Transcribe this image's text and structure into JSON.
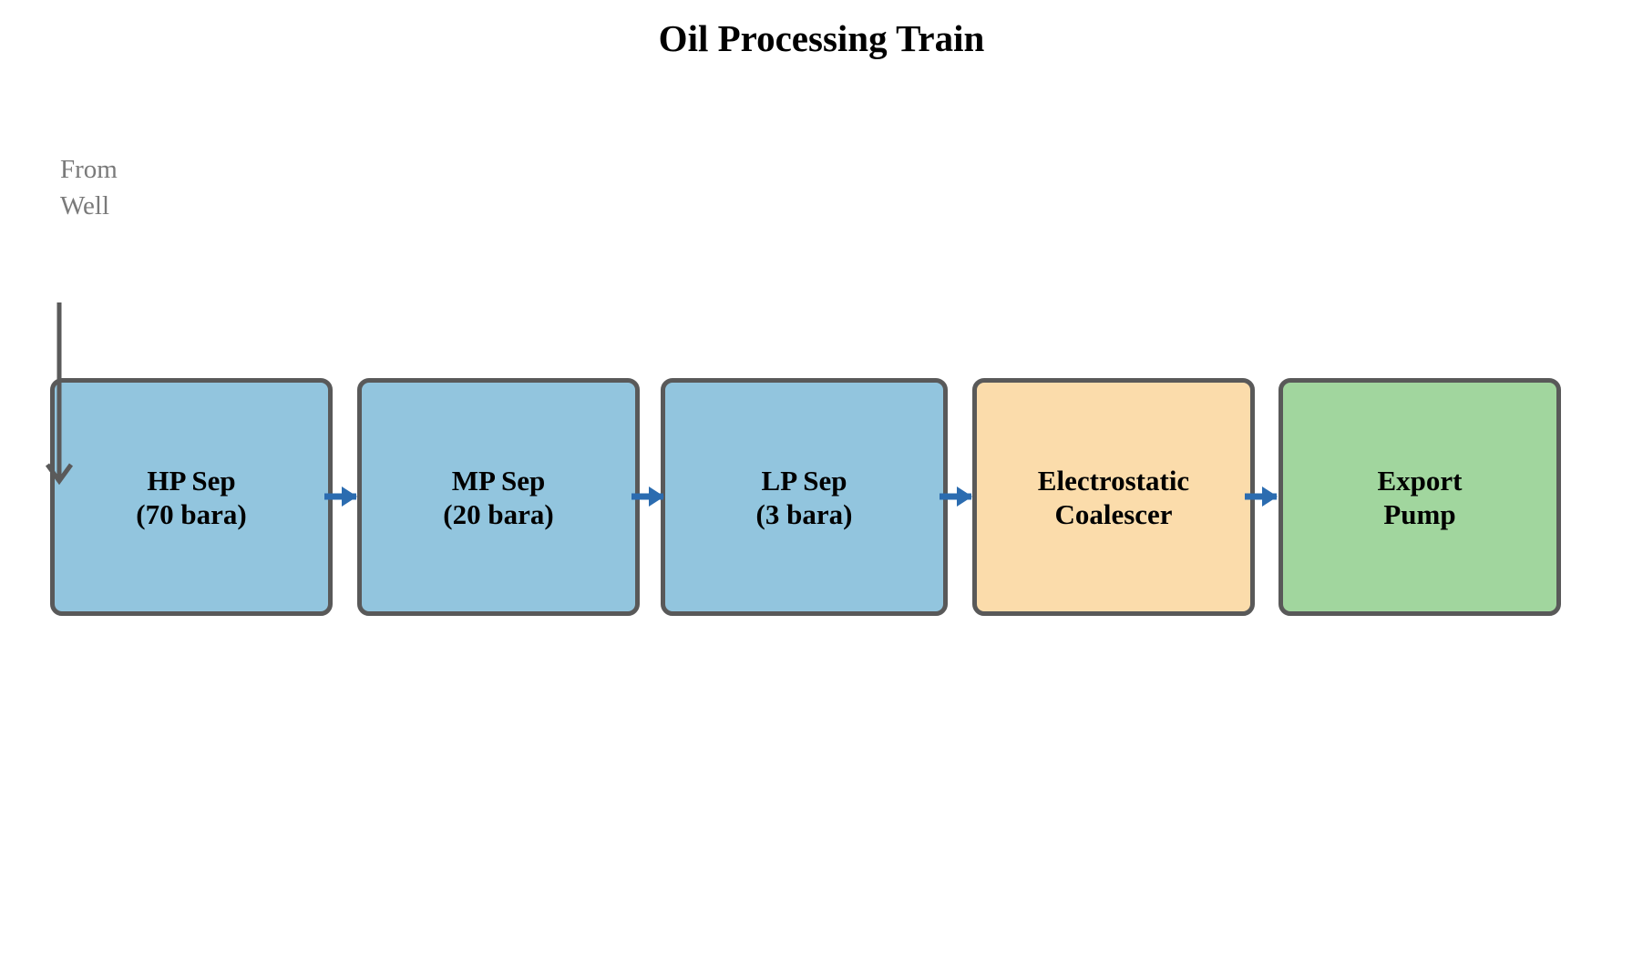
{
  "title": "Oil Processing Train",
  "source_label": {
    "line1": "From",
    "line2": "Well"
  },
  "diagram": {
    "nodes": [
      {
        "id": "hp-sep",
        "line1": "HP Sep",
        "line2": "(70 bara)",
        "fill": "#92C5DE"
      },
      {
        "id": "mp-sep",
        "line1": "MP Sep",
        "line2": "(20 bara)",
        "fill": "#92C5DE"
      },
      {
        "id": "lp-sep",
        "line1": "LP Sep",
        "line2": "(3 bara)",
        "fill": "#92C5DE"
      },
      {
        "id": "coalescer",
        "line1": "Electrostatic",
        "line2": "Coalescer",
        "fill": "#FBDCAB"
      },
      {
        "id": "export-pump",
        "line1": "Export",
        "line2": "Pump",
        "fill": "#A1D69E"
      }
    ],
    "colors": {
      "node_border": "#595959",
      "flow_arrow": "#2B6CB0",
      "inlet_arrow": "#5A5A5A",
      "node_text": "#000000",
      "source_text": "#7A7A7A"
    }
  }
}
